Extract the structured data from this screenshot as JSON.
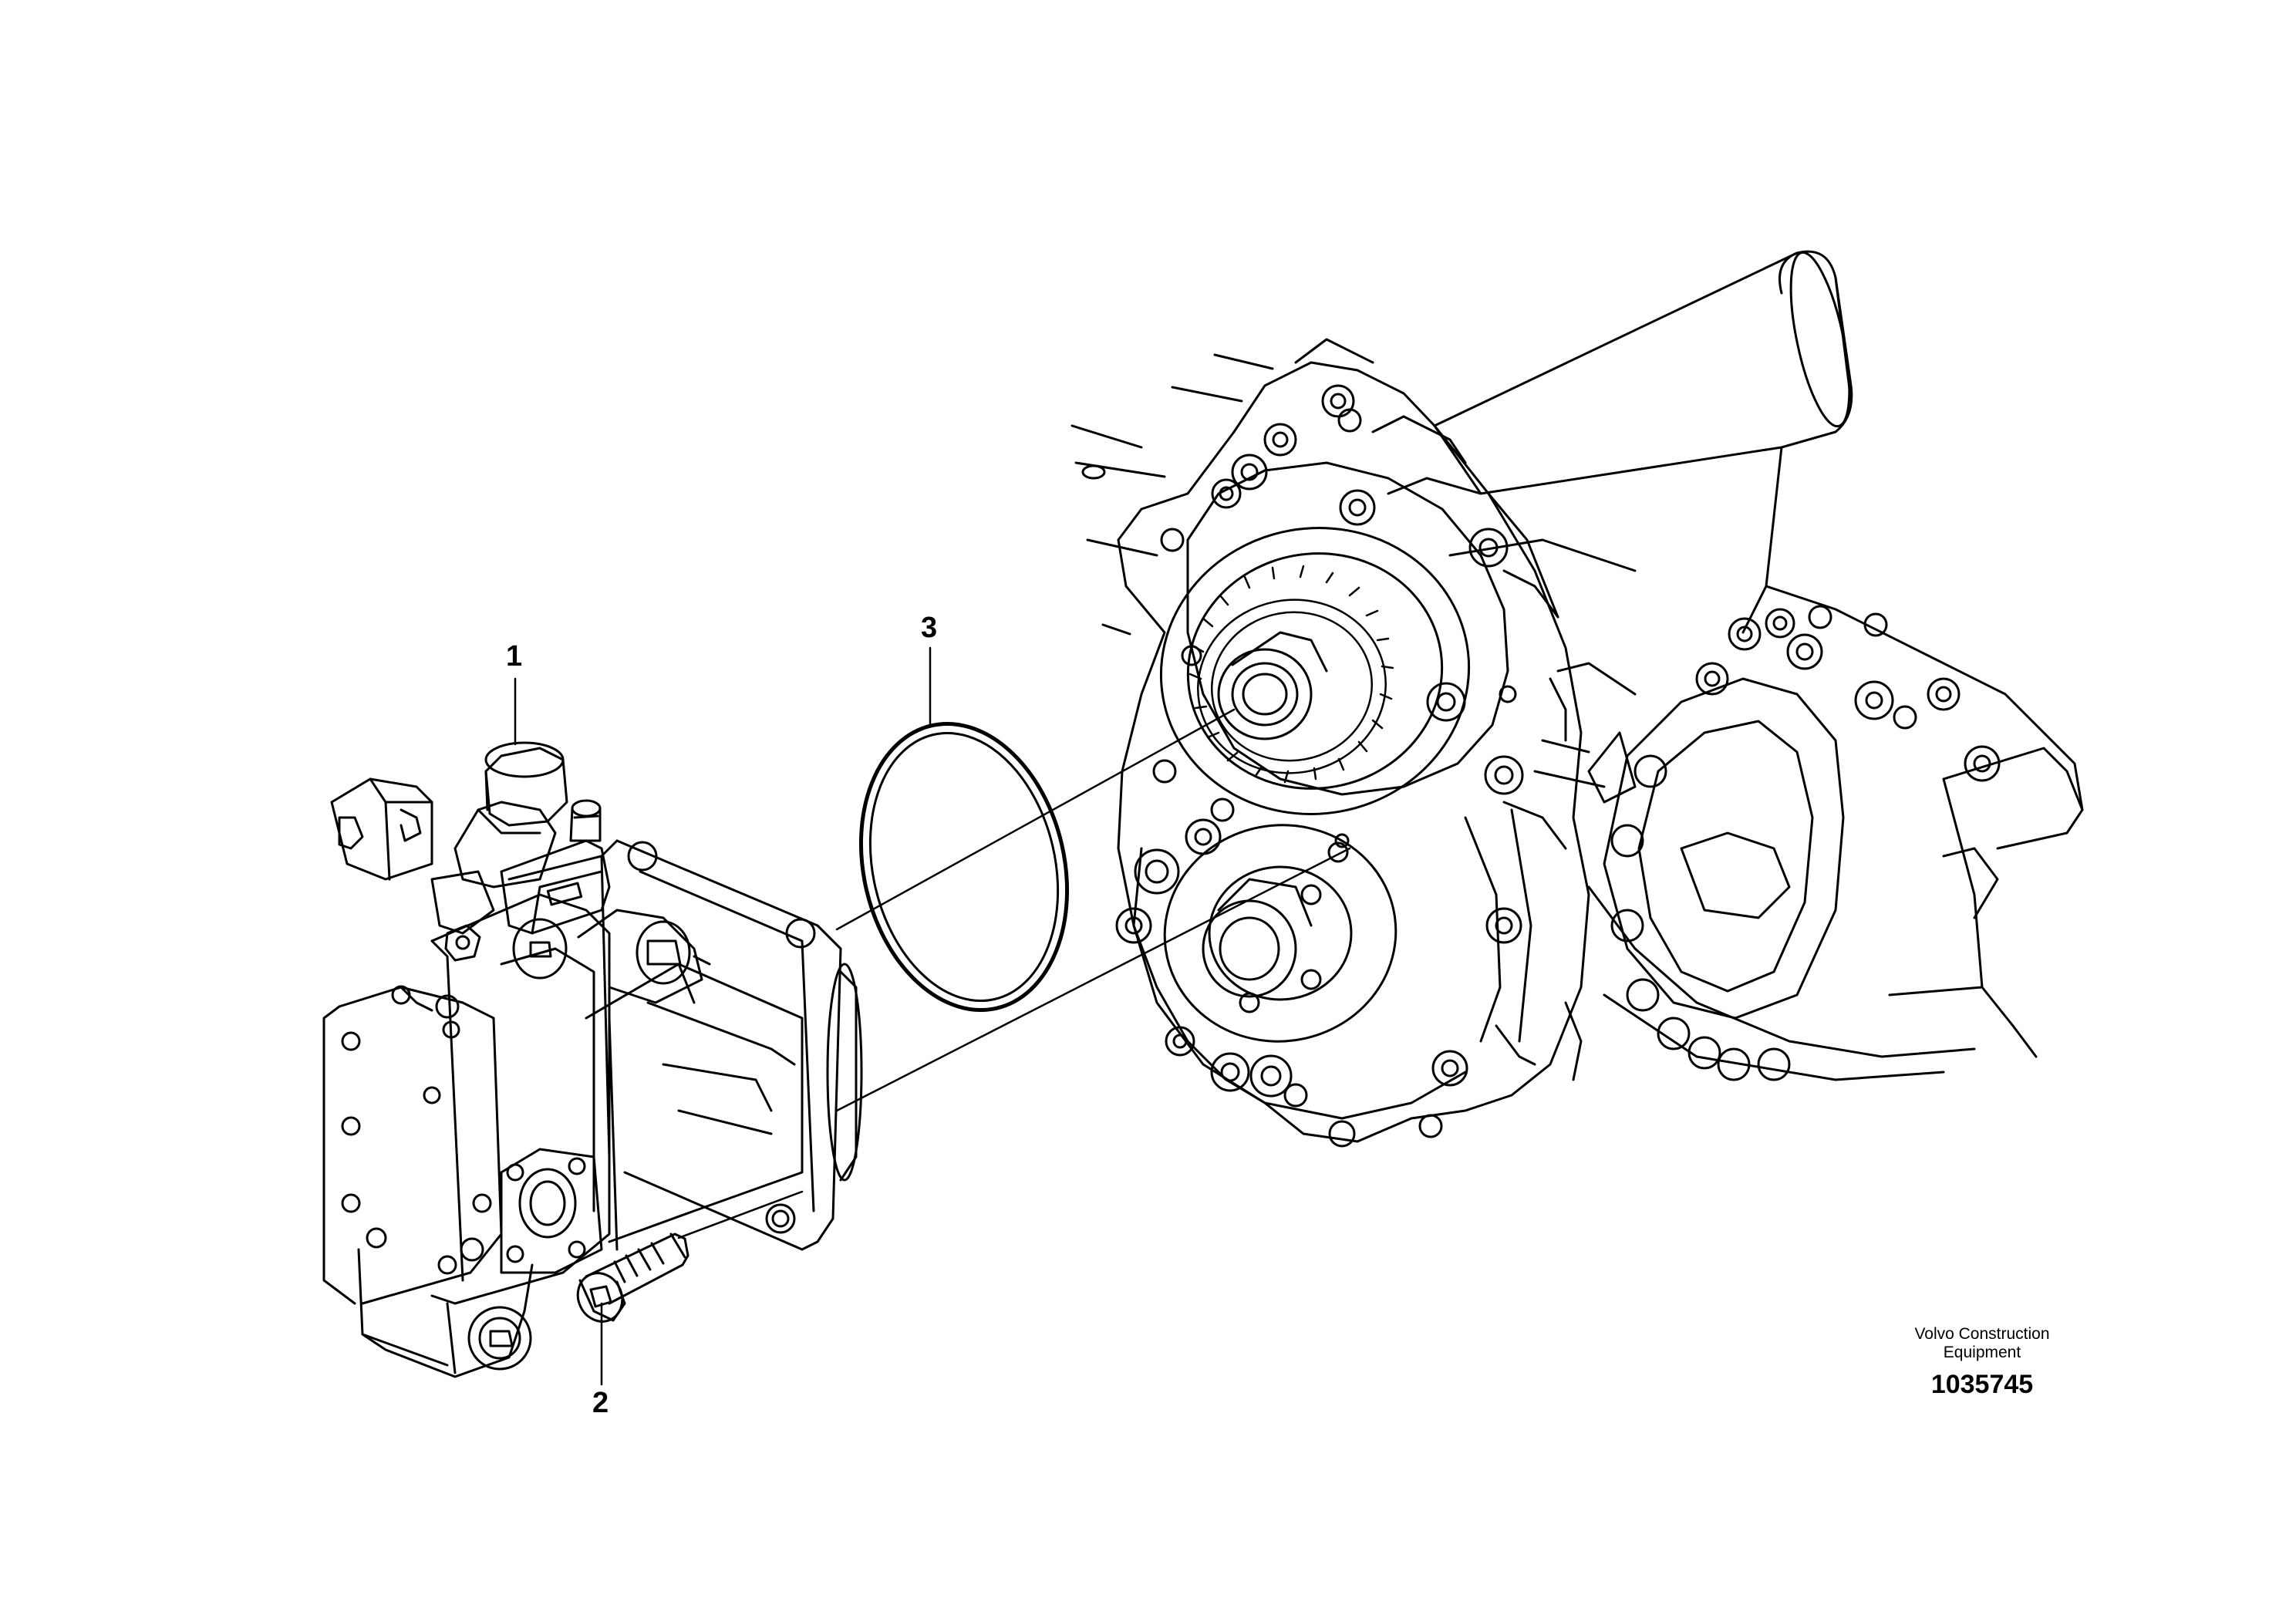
{
  "callouts": [
    {
      "id": "1",
      "label": "1"
    },
    {
      "id": "2",
      "label": "2"
    },
    {
      "id": "3",
      "label": "3"
    }
  ],
  "credit": {
    "line1": "Volvo Construction",
    "line2": "Equipment",
    "number": "1035745"
  },
  "colors": {
    "ink": "#000000",
    "paper": "#ffffff"
  }
}
